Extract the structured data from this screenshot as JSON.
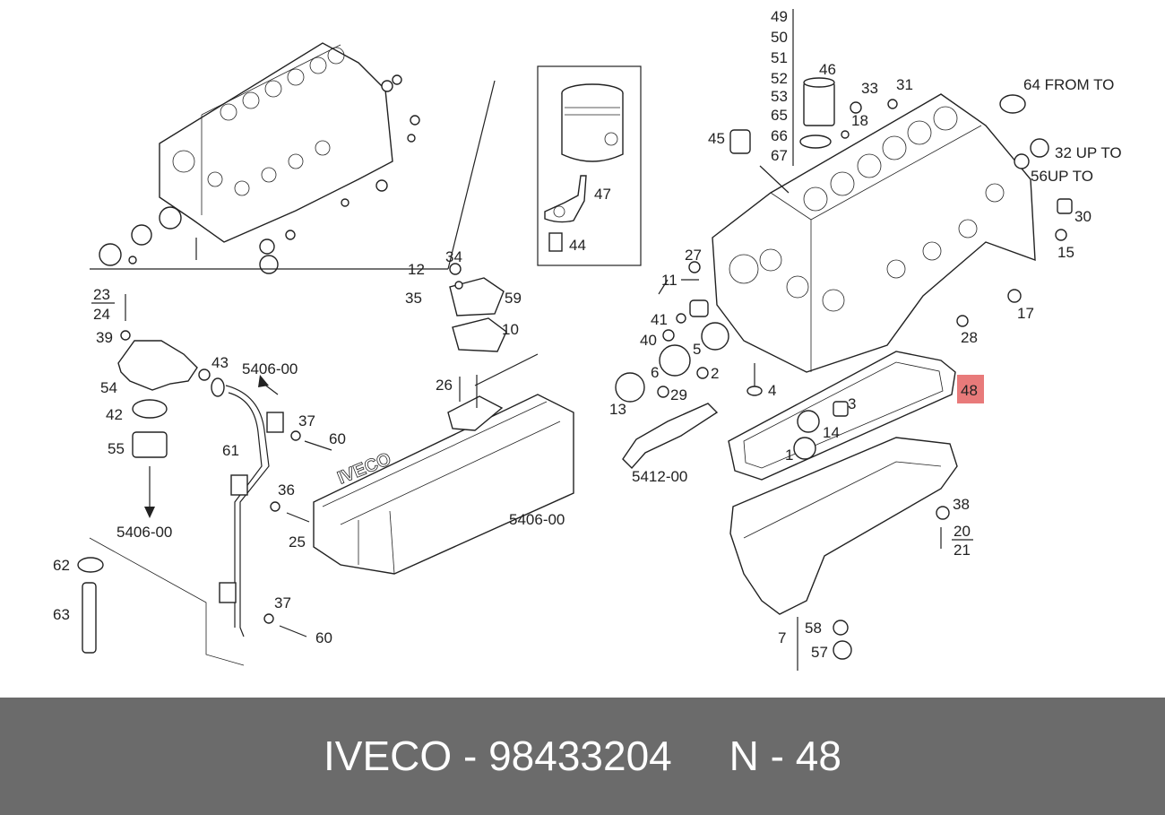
{
  "footer": {
    "brand": "IVECO",
    "sep1": " - ",
    "part_number": "98433204",
    "gap": "     ",
    "pos_prefix": "N",
    "sep2": " - ",
    "pos_number": "48"
  },
  "highlight": {
    "label": "48",
    "color": "#e87a7a"
  },
  "callouts": {
    "c49": "49",
    "c50": "50",
    "c51": "51",
    "c52": "52",
    "c53": "53",
    "c65": "65",
    "c66": "66",
    "c67": "67",
    "c46": "46",
    "c33": "33",
    "c31": "31",
    "c18": "18",
    "c45": "45",
    "c64": "64 FROM TO",
    "c32": "32 UP TO",
    "c56": "56UP TO",
    "c30": "30",
    "c15": "15",
    "c27": "27",
    "c11": "11",
    "c41": "41",
    "c40": "40",
    "c5": "5",
    "c6": "6",
    "c2": "2",
    "c29": "29",
    "c13": "13",
    "c4": "4",
    "c3": "3",
    "c14": "14",
    "c1": "1",
    "c5412": "5412-00",
    "c17": "17",
    "c28": "28",
    "c38": "38",
    "c20": "20",
    "c21": "21",
    "c58": "58",
    "c57": "57",
    "c7": "7",
    "c47": "47",
    "c44": "44",
    "c12": "12",
    "c34": "34",
    "c35": "35",
    "c59": "59",
    "c10": "10",
    "c26": "26",
    "c23": "23",
    "c24": "24",
    "c39": "39",
    "c54": "54",
    "c42": "42",
    "c55": "55",
    "c5406a": "5406-00",
    "c43": "43",
    "c5406b": "5406-00",
    "c61": "61",
    "c37a": "37",
    "c60a": "60",
    "c36": "36",
    "c25": "25",
    "c5406c": "5406-00",
    "c62": "62",
    "c63": "63",
    "c37b": "37",
    "c60b": "60"
  }
}
